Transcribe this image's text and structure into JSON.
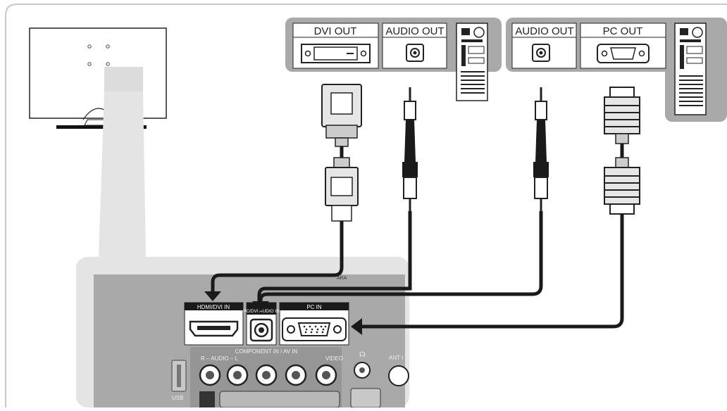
{
  "source_pc1": {
    "dvi_out_label": "DVI OUT",
    "audio_out_label": "AUDIO OUT"
  },
  "source_pc2": {
    "audio_out_label": "AUDIO OUT",
    "pc_out_label": "PC OUT"
  },
  "tv_panel": {
    "hdmi_in_label": "HDMI/DVI IN",
    "pc_dvi_audio_in_label": "PC/DVI AUDIO IN",
    "pc_in_label": "PC IN",
    "component_av_label": "COMPONENT IN / AV IN",
    "audio_label": "R  – AUDIO –  L",
    "video_label": "VIDEO",
    "ant_label": "ANT I",
    "usb_label": "USB",
    "anynet_label": "ARA"
  },
  "colors": {
    "panel_gray": "#e4e4e4",
    "frame_gray": "#a9a9a9",
    "cable": "#1a1a1a",
    "label_bg": "#1a1a1a",
    "label_text": "#ffffff"
  }
}
